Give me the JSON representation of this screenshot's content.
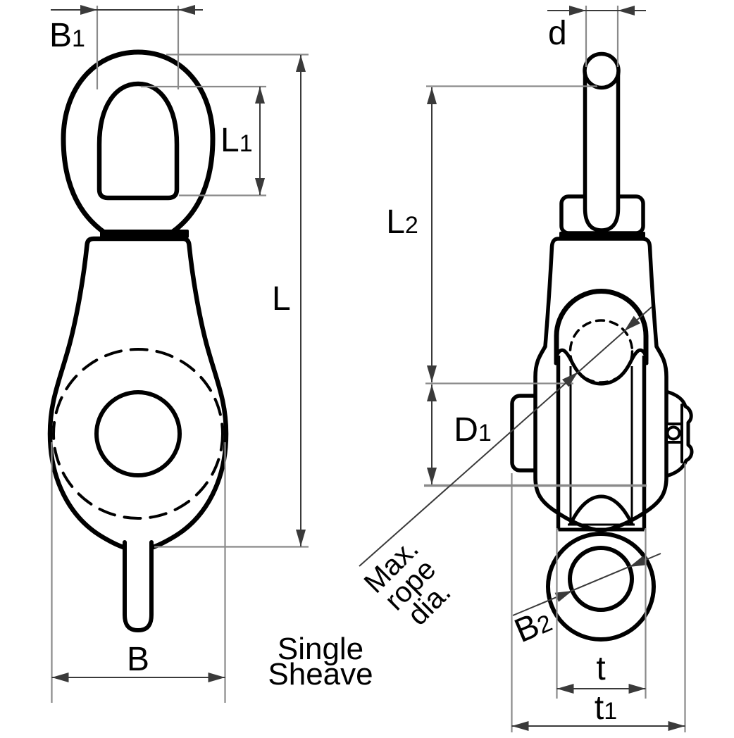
{
  "caption": {
    "line1": "Single",
    "line2": "Sheave"
  },
  "labels": {
    "b1": {
      "main": "B",
      "sub": "1"
    },
    "l1": {
      "main": "L",
      "sub": "1"
    },
    "l": {
      "main": "L",
      "sub": ""
    },
    "b": {
      "main": "B",
      "sub": ""
    },
    "d": {
      "main": "d",
      "sub": ""
    },
    "l2": {
      "main": "L",
      "sub": "2"
    },
    "d1": {
      "main": "D",
      "sub": "1"
    },
    "b2": {
      "main": "B",
      "sub": "2"
    },
    "t": {
      "main": "t",
      "sub": ""
    },
    "t1": {
      "main": "t",
      "sub": "1"
    },
    "max_rope_dia": {
      "line1": "Max.",
      "line2": "rope",
      "line3": "dia."
    }
  },
  "colors": {
    "ink": "#000000",
    "dim_line": "#3a3a3a",
    "extension_line": "#8a8a8a",
    "background": "#ffffff"
  }
}
